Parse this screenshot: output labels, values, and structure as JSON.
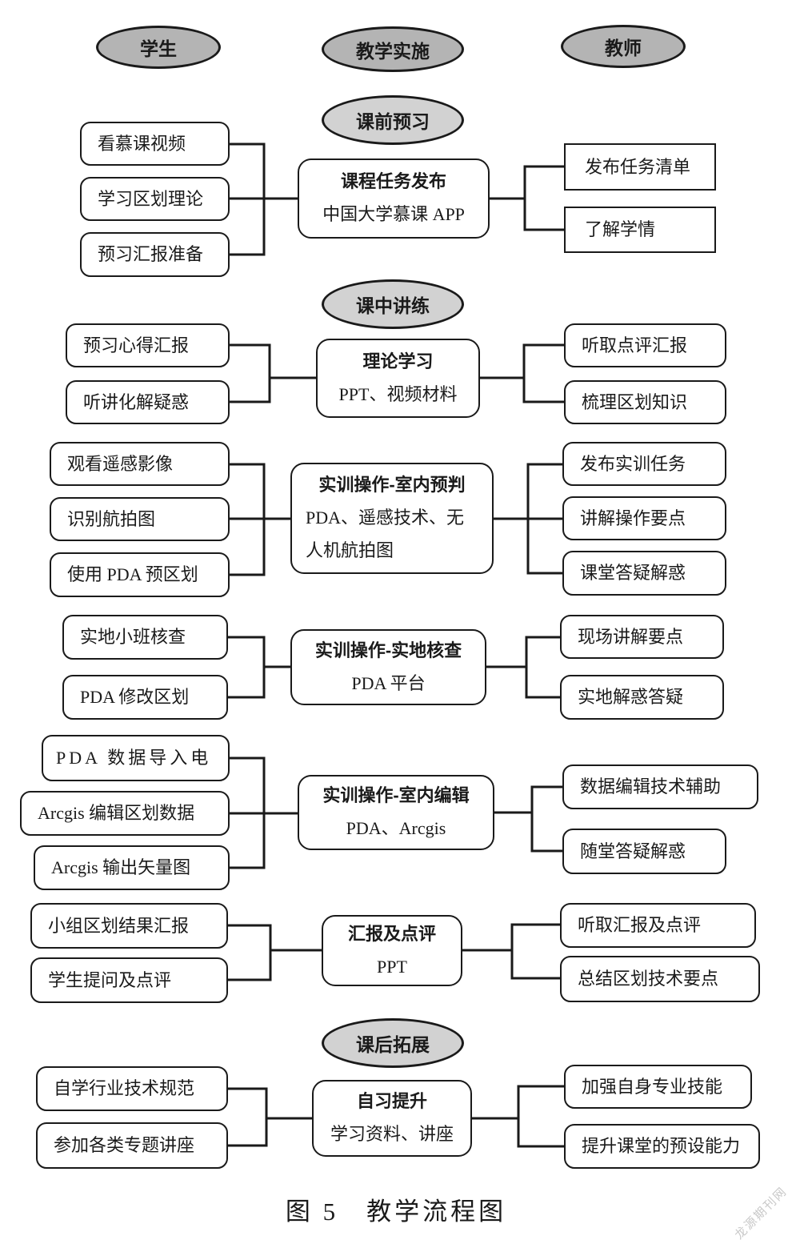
{
  "caption": "图 5　教学流程图",
  "watermark": "龙源期刊网",
  "colors": {
    "ellipse_fill": "#b4b4b4",
    "phase_fill": "#d2d2d2",
    "line": "#1a1a1a",
    "box_bg": "#ffffff",
    "text": "#1a1a1a"
  },
  "lanes": {
    "student": "学生",
    "implementation": "教学实施",
    "teacher": "教师"
  },
  "phases": [
    "课前预习",
    "课中讲练",
    "课后拓展"
  ],
  "sections": [
    {
      "center": {
        "title": "课程任务发布",
        "subtitle": "中国大学慕课 APP"
      },
      "left": [
        "看慕课视频",
        "学习区划理论",
        "预习汇报准备"
      ],
      "right": [
        "发布任务清单",
        "了解学情"
      ]
    },
    {
      "center": {
        "title": "理论学习",
        "subtitle": "PPT、视频材料"
      },
      "left": [
        "预习心得汇报",
        "听讲化解疑惑"
      ],
      "right": [
        "听取点评汇报",
        "梳理区划知识"
      ]
    },
    {
      "center": {
        "title": "实训操作-室内预判",
        "subtitle": "PDA、遥感技术、无人机航拍图"
      },
      "left": [
        "观看遥感影像",
        "识别航拍图",
        "使用 PDA 预区划"
      ],
      "right": [
        "发布实训任务",
        "讲解操作要点",
        "课堂答疑解惑"
      ]
    },
    {
      "center": {
        "title": "实训操作-实地核查",
        "subtitle": "PDA 平台"
      },
      "left": [
        "实地小班核查",
        "PDA 修改区划"
      ],
      "right": [
        "现场讲解要点",
        "实地解惑答疑"
      ]
    },
    {
      "center": {
        "title": "实训操作-室内编辑",
        "subtitle": "PDA、Arcgis"
      },
      "left": [
        "PDA 数据导入电",
        "Arcgis 编辑区划数据",
        "Arcgis 输出矢量图"
      ],
      "right": [
        "数据编辑技术辅助",
        "随堂答疑解惑"
      ]
    },
    {
      "center": {
        "title": "汇报及点评",
        "subtitle": "PPT"
      },
      "left": [
        "小组区划结果汇报",
        "学生提问及点评"
      ],
      "right": [
        "听取汇报及点评",
        "总结区划技术要点"
      ]
    },
    {
      "center": {
        "title": "自习提升",
        "subtitle": "学习资料、讲座"
      },
      "left": [
        "自学行业技术规范",
        "参加各类专题讲座"
      ],
      "right": [
        "加强自身专业技能",
        "提升课堂的预设能力"
      ]
    }
  ]
}
